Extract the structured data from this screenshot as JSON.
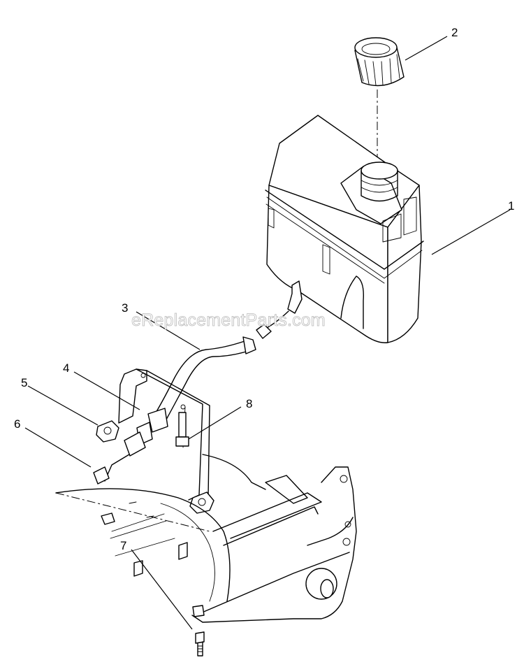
{
  "watermark": "eReplacementParts.com",
  "callouts": [
    {
      "id": "1",
      "label": "1"
    },
    {
      "id": "2",
      "label": "2"
    },
    {
      "id": "3",
      "label": "3"
    },
    {
      "id": "4",
      "label": "4"
    },
    {
      "id": "5",
      "label": "5"
    },
    {
      "id": "6",
      "label": "6"
    },
    {
      "id": "7",
      "label": "7"
    },
    {
      "id": "8",
      "label": "8"
    }
  ]
}
